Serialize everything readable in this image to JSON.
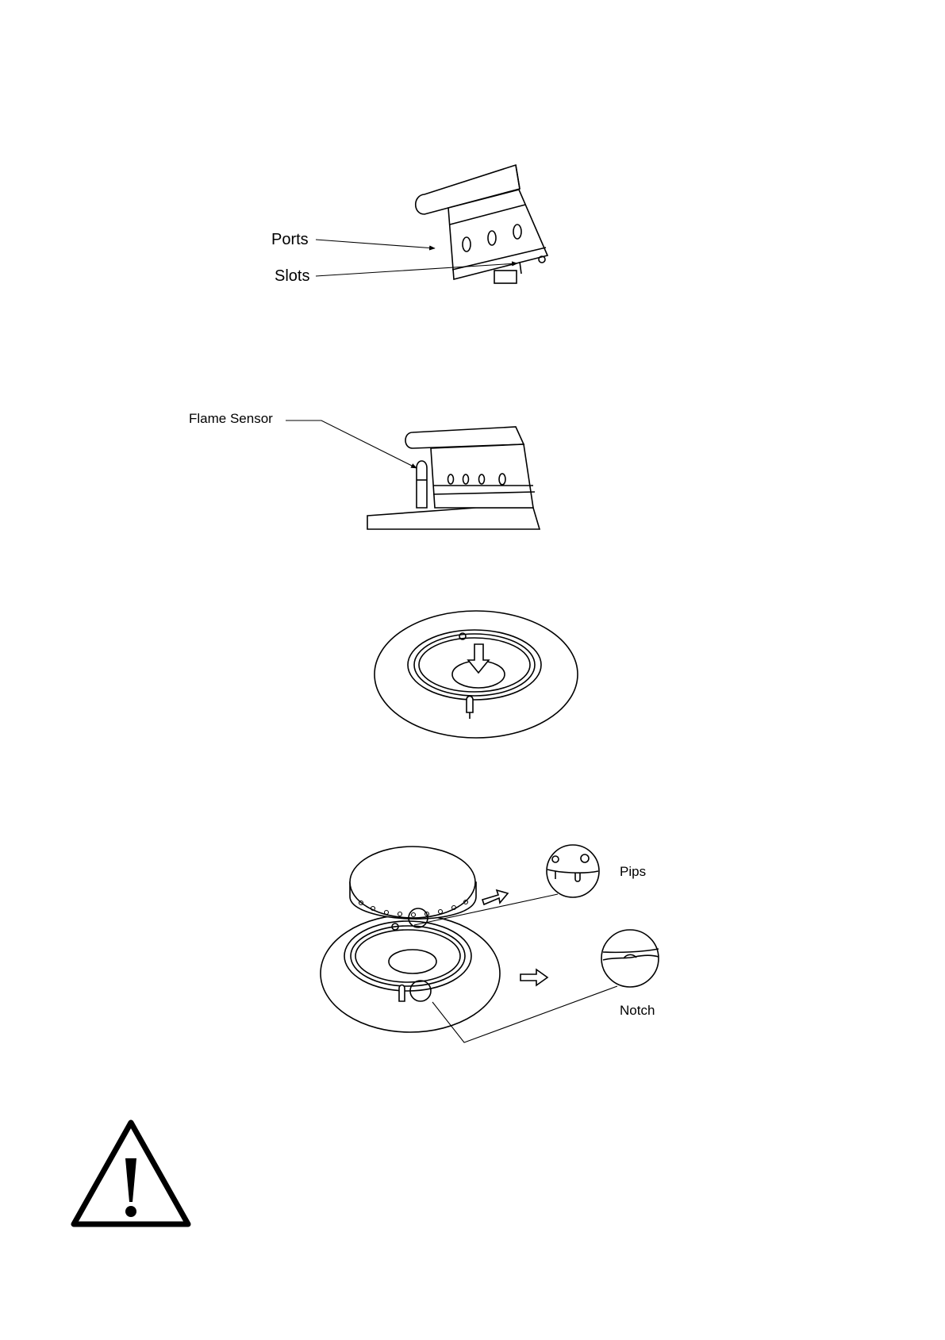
{
  "figures": {
    "burner_side": {
      "labels": {
        "ports": "Ports",
        "slots": "Slots"
      }
    },
    "burner_sensor": {
      "labels": {
        "flame_sensor": "Flame Sensor"
      }
    },
    "burner_base": {},
    "burner_assembly": {
      "labels": {
        "pips": "Pips",
        "notch": "Notch"
      }
    }
  },
  "warning": {
    "icon": "warning-triangle-icon"
  },
  "colors": {
    "ink": "#000000",
    "paper": "#ffffff"
  }
}
